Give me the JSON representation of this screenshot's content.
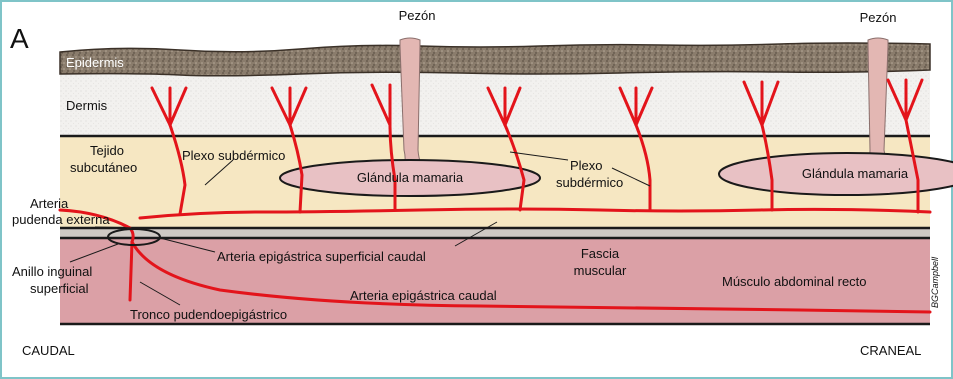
{
  "panel_letter": "A",
  "labels": {
    "pezon_left": "Pezón",
    "pezon_right": "Pezón",
    "epidermis": "Epidermis",
    "dermis": "Dermis",
    "tejido_line1": "Tejido",
    "tejido_line2": "subcutáneo",
    "plexo_left": "Plexo subdérmico",
    "plexo_right_line1": "Plexo",
    "plexo_right_line2": "subdérmico",
    "glandula_left": "Glándula mamaria",
    "glandula_right": "Glándula mamaria",
    "arteria_pud_line1": "Arteria",
    "arteria_pud_line2": "pudenda externa",
    "arteria_epi_sup": "Arteria epigástrica superficial caudal",
    "fascia_line1": "Fascia",
    "fascia_line2": "muscular",
    "anillo_line1": "Anillo inguinal",
    "anillo_line2": "superficial",
    "arteria_epi_caudal": "Arteria epigástrica caudal",
    "musculo": "Músculo abdominal recto",
    "tronco": "Tronco pudendoepigástrico",
    "signature": "BGCampbell",
    "caudal": "CAUDAL",
    "craneal": "CRANEAL"
  },
  "colors": {
    "frame": "#7fc4c8",
    "epidermis": "#8a7c6c",
    "dermis": "#f2f1ef",
    "subcutaneous": "#f6e7c2",
    "muscle": "#dba0a6",
    "gland": "#e8c1c4",
    "vessel": "#e3141b"
  }
}
